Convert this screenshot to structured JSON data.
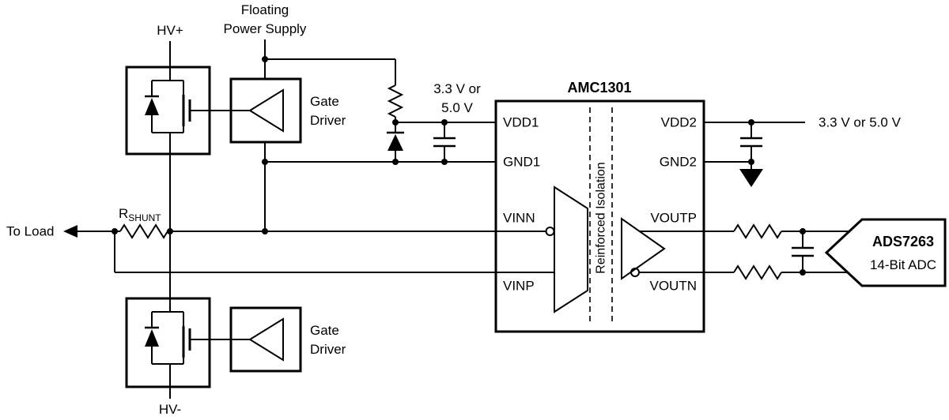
{
  "diagram": {
    "background_color": "#ffffff",
    "line_color": "#000000",
    "labels": {
      "hv_plus": "HV+",
      "hv_minus": "HV-",
      "floating_supply_line1": "Floating",
      "floating_supply_line2": "Power Supply",
      "to_load": "To Load",
      "shunt_name": "R",
      "shunt_sub": "SHUNT",
      "left_supply_line1": "3.3 V or",
      "left_supply_line2": "5.0 V",
      "right_supply": "3.3 V or 5.0 V"
    },
    "gate_driver": {
      "line1": "Gate",
      "line2": "Driver"
    },
    "amc1301": {
      "title": "AMC1301",
      "isolation_label": "Reinforced Isolation",
      "pins_left": [
        "VDD1",
        "GND1",
        "VINN",
        "VINP"
      ],
      "pins_right": [
        "VDD2",
        "GND2",
        "VOUTP",
        "VOUTN"
      ]
    },
    "adc": {
      "title": "ADS7263",
      "subtitle": "14-Bit ADC"
    }
  }
}
